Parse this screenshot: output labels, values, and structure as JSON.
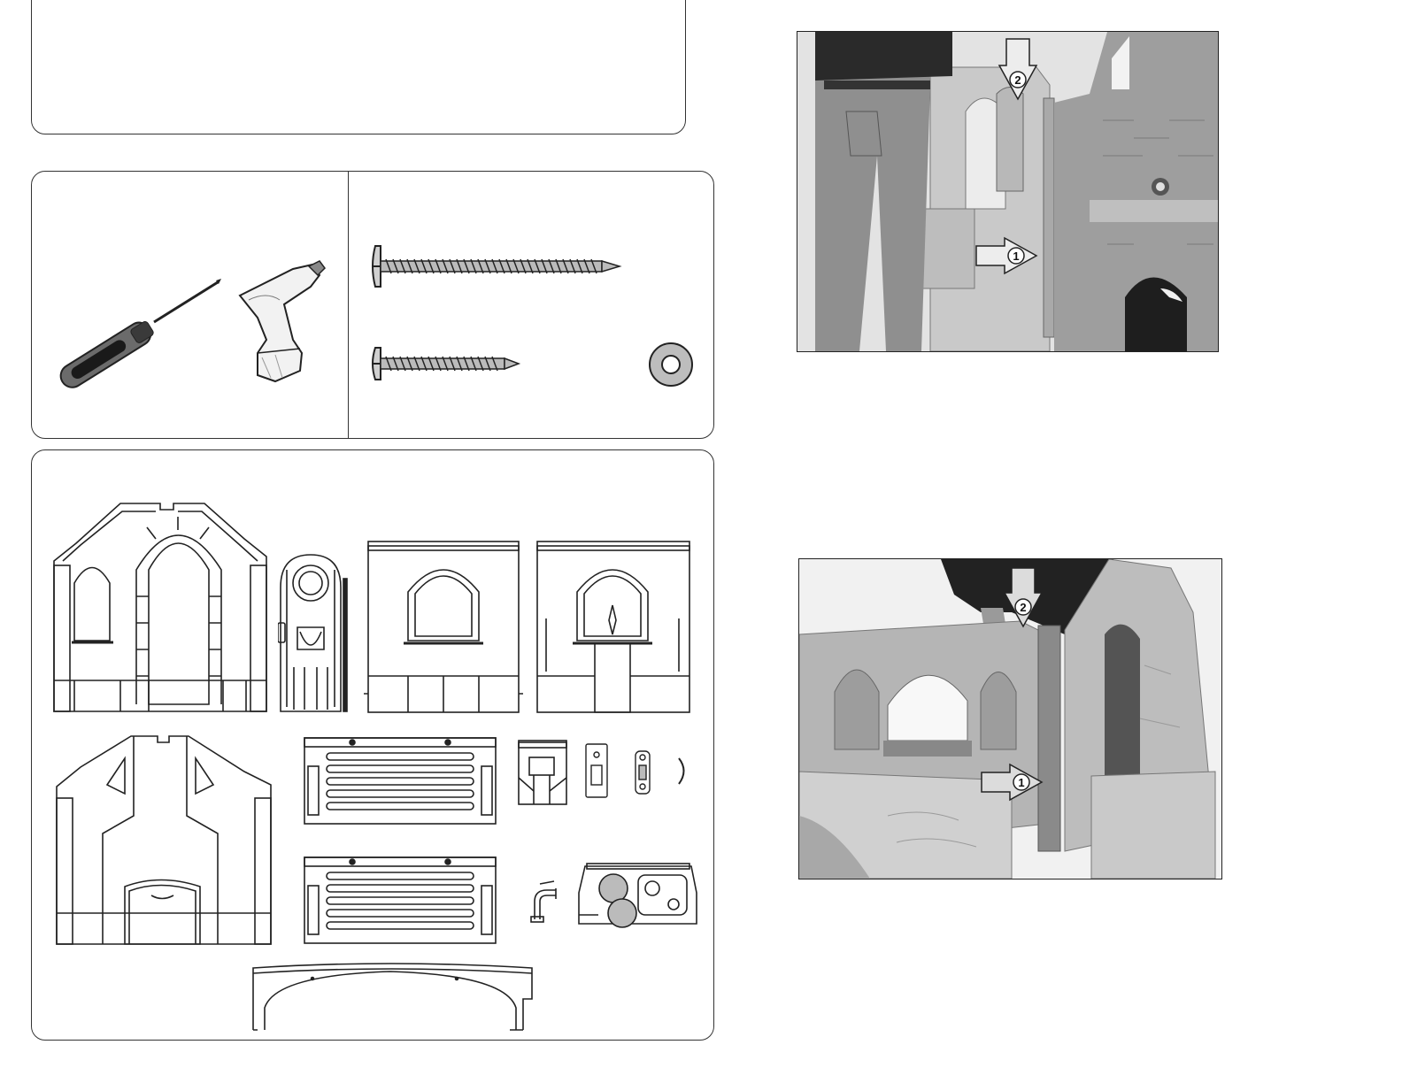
{
  "step_photos": [
    {
      "callouts": [
        {
          "number": "1",
          "arrow": "right"
        },
        {
          "number": "2",
          "arrow": "down"
        }
      ]
    },
    {
      "callouts": [
        {
          "number": "1",
          "arrow": "right"
        },
        {
          "number": "2",
          "arrow": "down"
        }
      ]
    }
  ],
  "tools": {
    "icons": [
      "screwdriver-icon",
      "power-drill-icon"
    ]
  },
  "hardware": {
    "icons": [
      "long-screw-icon",
      "short-screw-icon",
      "washer-icon"
    ]
  },
  "parts": {
    "icons": [
      "front-wall-panel-icon",
      "door-panel-icon",
      "side-wall-panel-icon",
      "side-wall-dutch-door-panel-icon",
      "back-wall-fireplace-panel-icon",
      "roof-panel-icon",
      "roof-panel-icon",
      "mailbox-icon",
      "doorbell-icon",
      "phone-icon",
      "phone-cord-icon",
      "faucet-icon",
      "sink-stove-unit-icon",
      "roof-beam-icon"
    ]
  },
  "colors": {
    "line": "#222222",
    "photo_bg": "#d9d9d9",
    "photo_dark": "#555555",
    "arrow_fill": "#ededed"
  }
}
